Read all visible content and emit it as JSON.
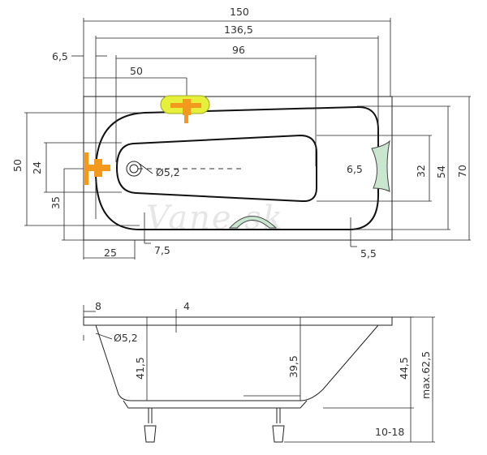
{
  "watermark": "Vane.sk",
  "top_view": {
    "dims": {
      "total_length": "150",
      "inner_length": "136,5",
      "inner_bottom_length": "96",
      "mixer_offset": "50",
      "left_margin": "6,5",
      "width_total": "70",
      "width_inner": "54",
      "bottom_width": "32",
      "left_width": "50",
      "drain_from_bottom": "24",
      "fill_height": "35",
      "right_rim": "6,5",
      "drain_diameter": "Ø5,2",
      "foot_offset": "25",
      "bottom_rim_left": "7,5",
      "bottom_rim_right": "5,5"
    },
    "colors": {
      "mixer": "#f39a1e",
      "mixer_plate": "#e6ef3a",
      "headrest": "#c9e6cf"
    }
  },
  "side_view": {
    "dims": {
      "rim_left": "8",
      "rim_thickness": "4",
      "overflow_diameter": "Ø5,2",
      "depth_left": "41,5",
      "depth_inner": "39,5",
      "height_with_rim": "44,5",
      "max_height": "max.62,5",
      "leg_range": "10-18"
    }
  }
}
